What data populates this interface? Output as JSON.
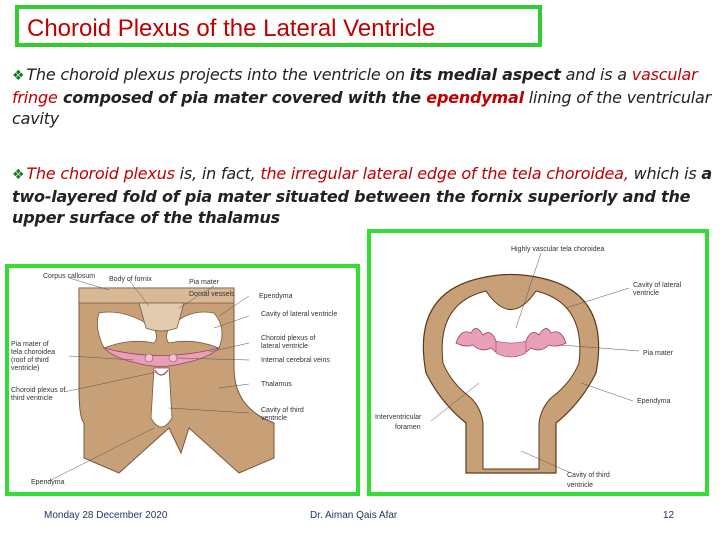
{
  "title": "Choroid Plexus of the Lateral Ventricle",
  "para1": {
    "t1": "The choroid plexus projects into the ventricle on ",
    "t2": "its medial aspect",
    "t3": " and is a ",
    "t4": "vascular fringe",
    "t5": " composed of pia mater covered with the ",
    "t6": "ependymal",
    "t7": " lining of the ventricular cavity"
  },
  "para2": {
    "t1": "The choroid plexus",
    "t2": " is, in fact, ",
    "t3": "the irregular lateral edge of the tela choroidea,",
    "t4": " which is ",
    "t5": "a two-layered fold of pia mater situated between the fornix superiorly and the upper surface of the thalamus"
  },
  "left_figure": {
    "labels": {
      "corpus_callosum": "Corpus callosum",
      "body_of_fornix": "Body of fornix",
      "pia_mater": "Pia mater",
      "ependyma_top": "Ependyma",
      "dorsal_vessels": "Dorsal vessels",
      "cavity_lateral": "Cavity of lateral ventricle",
      "pia_tela_a": "Pia mater of",
      "pia_tela_b": "tela choroidea",
      "pia_tela_c": "(roof of third",
      "pia_tela_d": "ventricle)",
      "choroid_plexus_lat_a": "Choroid plexus of",
      "choroid_plexus_lat_b": "lateral ventricle",
      "internal_veins": "Internal cerebral veins",
      "choroid_plexus_third_a": "Choroid plexus of",
      "choroid_plexus_third_b": "third ventricle",
      "thalamus": "Thalamus",
      "cavity_third_a": "Cavity of third",
      "cavity_third_b": "ventricle",
      "ependyma_bottom": "Ependyma"
    }
  },
  "right_figure": {
    "labels": {
      "vascular_tela": "Highly vascular tela choroidea",
      "cavity_lateral_a": "Cavity of lateral",
      "cavity_lateral_b": "ventricle",
      "pia_mater": "Pia mater",
      "ependyma": "Ependyma",
      "interventricular_a": "Interventricular",
      "interventricular_b": "foramen",
      "cavity_third_a": "Cavity of third",
      "cavity_third_b": "ventricle"
    }
  },
  "footer": {
    "date": "Monday 28 December 2020",
    "author": "Dr. Aiman Qais Afar",
    "page": "12"
  },
  "colors": {
    "title": "#c00000",
    "frame": "#33dd33",
    "tissue": "#c8a078",
    "plexus": "#e8a0b8"
  }
}
